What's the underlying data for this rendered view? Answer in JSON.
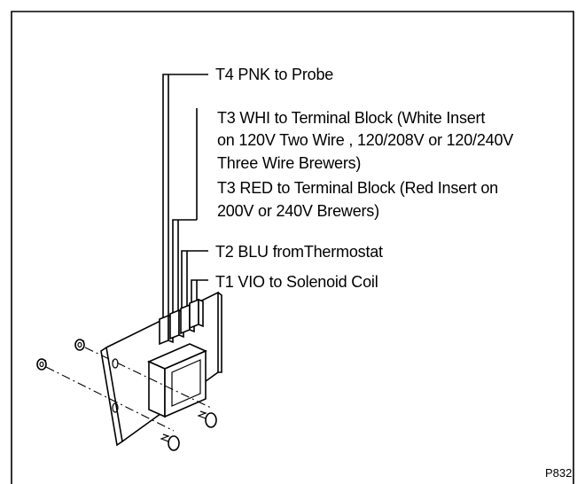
{
  "labels": {
    "t4": "T4 PNK to Probe",
    "t3_whi_line1": "T3 WHI to Terminal Block (White Insert",
    "t3_whi_line2": "on 120V Two Wire , 120/208V or 120/240V",
    "t3_whi_line3": "Three Wire Brewers)",
    "t3_red_line1": "T3 RED to Terminal Block (Red Insert on",
    "t3_red_line2": "200V or 240V Brewers)",
    "t2": "T2 BLU fromThermostat",
    "t1": "T1 VIO to Solenoid Coil"
  },
  "figure_id": "P832"
}
